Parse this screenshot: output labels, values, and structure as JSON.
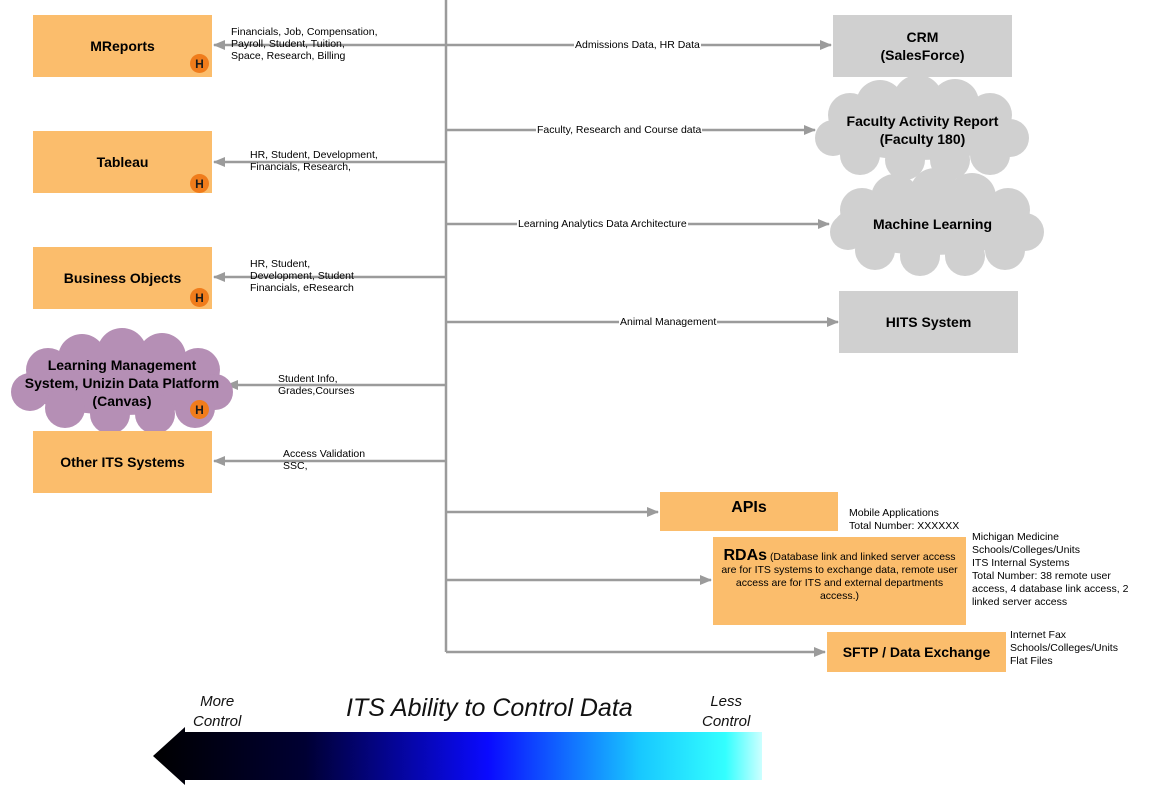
{
  "left_systems": {
    "mreports": {
      "label": "MReports",
      "badge": "H",
      "data": "Financials, Job, Compensation,\nPayroll, Student, Tuition,\nSpace, Research, Billing"
    },
    "tableau": {
      "label": "Tableau",
      "badge": "H",
      "data": "HR, Student, Development,\nFinancials, Research,"
    },
    "business_objects": {
      "label": "Business Objects",
      "badge": "H",
      "data": "HR, Student,\nDevelopment, Student\nFinancials, eResearch"
    },
    "lms": {
      "label": "Learning Management\nSystem, Unizin Data Platform\n(Canvas)",
      "badge": "H",
      "data": "Student Info,\nGrades,Courses"
    },
    "other_its": {
      "label": "Other ITS Systems",
      "data": "Access Validation\nSSC,"
    }
  },
  "right_systems": {
    "crm": {
      "label": "CRM\n(SalesForce)",
      "data": "Admissions Data, HR Data"
    },
    "faculty_activity": {
      "label": "Faculty Activity Report\n(Faculty 180)",
      "data": "Faculty, Research and Course data"
    },
    "machine_learning": {
      "label": "Machine Learning",
      "data": "Learning Analytics Data Architecture"
    },
    "hits": {
      "label": "HITS System",
      "data": "Animal Management"
    }
  },
  "access_methods": {
    "apis": {
      "label": "APIs",
      "note": "Mobile Applications\nTotal Number: XXXXXX"
    },
    "rdas": {
      "label": "RDAs",
      "desc": "(Database link and linked server access are for ITS systems to exchange data, remote user access are for ITS and external departments access.)",
      "note": "Michigan Medicine\nSchools/Colleges/Units\nITS Internal Systems\nTotal Number: 38 remote user\naccess, 4 database link access, 2\nlinked server access"
    },
    "sftp": {
      "label": "SFTP / Data Exchange",
      "note": "Internet Fax\nSchools/Colleges/Units\nFlat Files"
    }
  },
  "control_scale": {
    "title": "ITS Ability to Control Data",
    "more_label": "More\nControl",
    "less_label": "Less\nControl"
  },
  "colors": {
    "box_orange": "#fbbd6c",
    "box_grey": "#d0d0d0",
    "cloud_purple": "#b58fb5",
    "badge_orange": "#f07c1b",
    "connector_grey": "#9b9b9b"
  }
}
